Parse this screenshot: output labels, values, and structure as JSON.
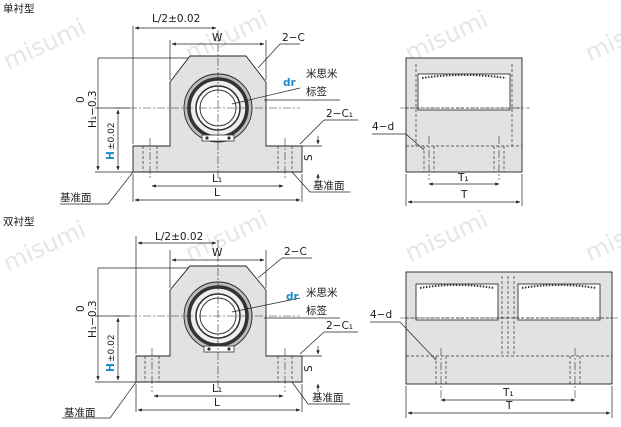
{
  "colors": {
    "body": "#e2e2e2",
    "line": "#222222",
    "blue": "#1e88c8",
    "ring": "#3a3a3a"
  },
  "single": {
    "section_title": "单衬型",
    "dim_half_L": "L/2±0.02",
    "dim_W": "W",
    "chamfer_C": "2−C",
    "chamfer_C1": "2−C₁",
    "dr": "dr",
    "rice_mark": "米思米",
    "label_mark": "标签",
    "H1_dim": "H₁−0.3",
    "H1_zero": "0",
    "H": "H",
    "H_tol": "±0.02",
    "S": "S",
    "L1": "L₁",
    "L": "L",
    "base_surface": "基准面",
    "side_hole": "4−d",
    "T1": "T₁",
    "T": "T"
  },
  "double": {
    "section_title": "双衬型",
    "dim_half_L": "L/2±0.02",
    "dim_W": "W",
    "chamfer_C": "2−C",
    "chamfer_C1": "2−C₁",
    "dr": "dr",
    "rice_mark": "米思米",
    "label_mark": "标签",
    "H1_dim": "H₁−0.3",
    "H1_zero": "0",
    "H": "H",
    "H_tol": "±0.02",
    "S": "S",
    "L1": "L₁",
    "L": "L",
    "base_surface": "基准面",
    "side_hole": "4−d",
    "T1": "T₁",
    "T": "T"
  },
  "watermark": "misumi"
}
